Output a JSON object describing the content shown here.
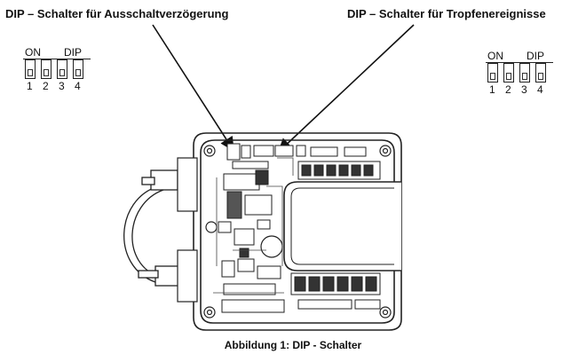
{
  "labels": {
    "left": "DIP – Schalter für Ausschaltverzögerung",
    "right": "DIP – Schalter für Tropfenereignisse"
  },
  "dip_switch": {
    "on_label": "ON",
    "dip_label": "DIP",
    "numbers": [
      "1",
      "2",
      "3",
      "4"
    ]
  },
  "caption": "Abbildung 1: DIP - Schalter"
}
